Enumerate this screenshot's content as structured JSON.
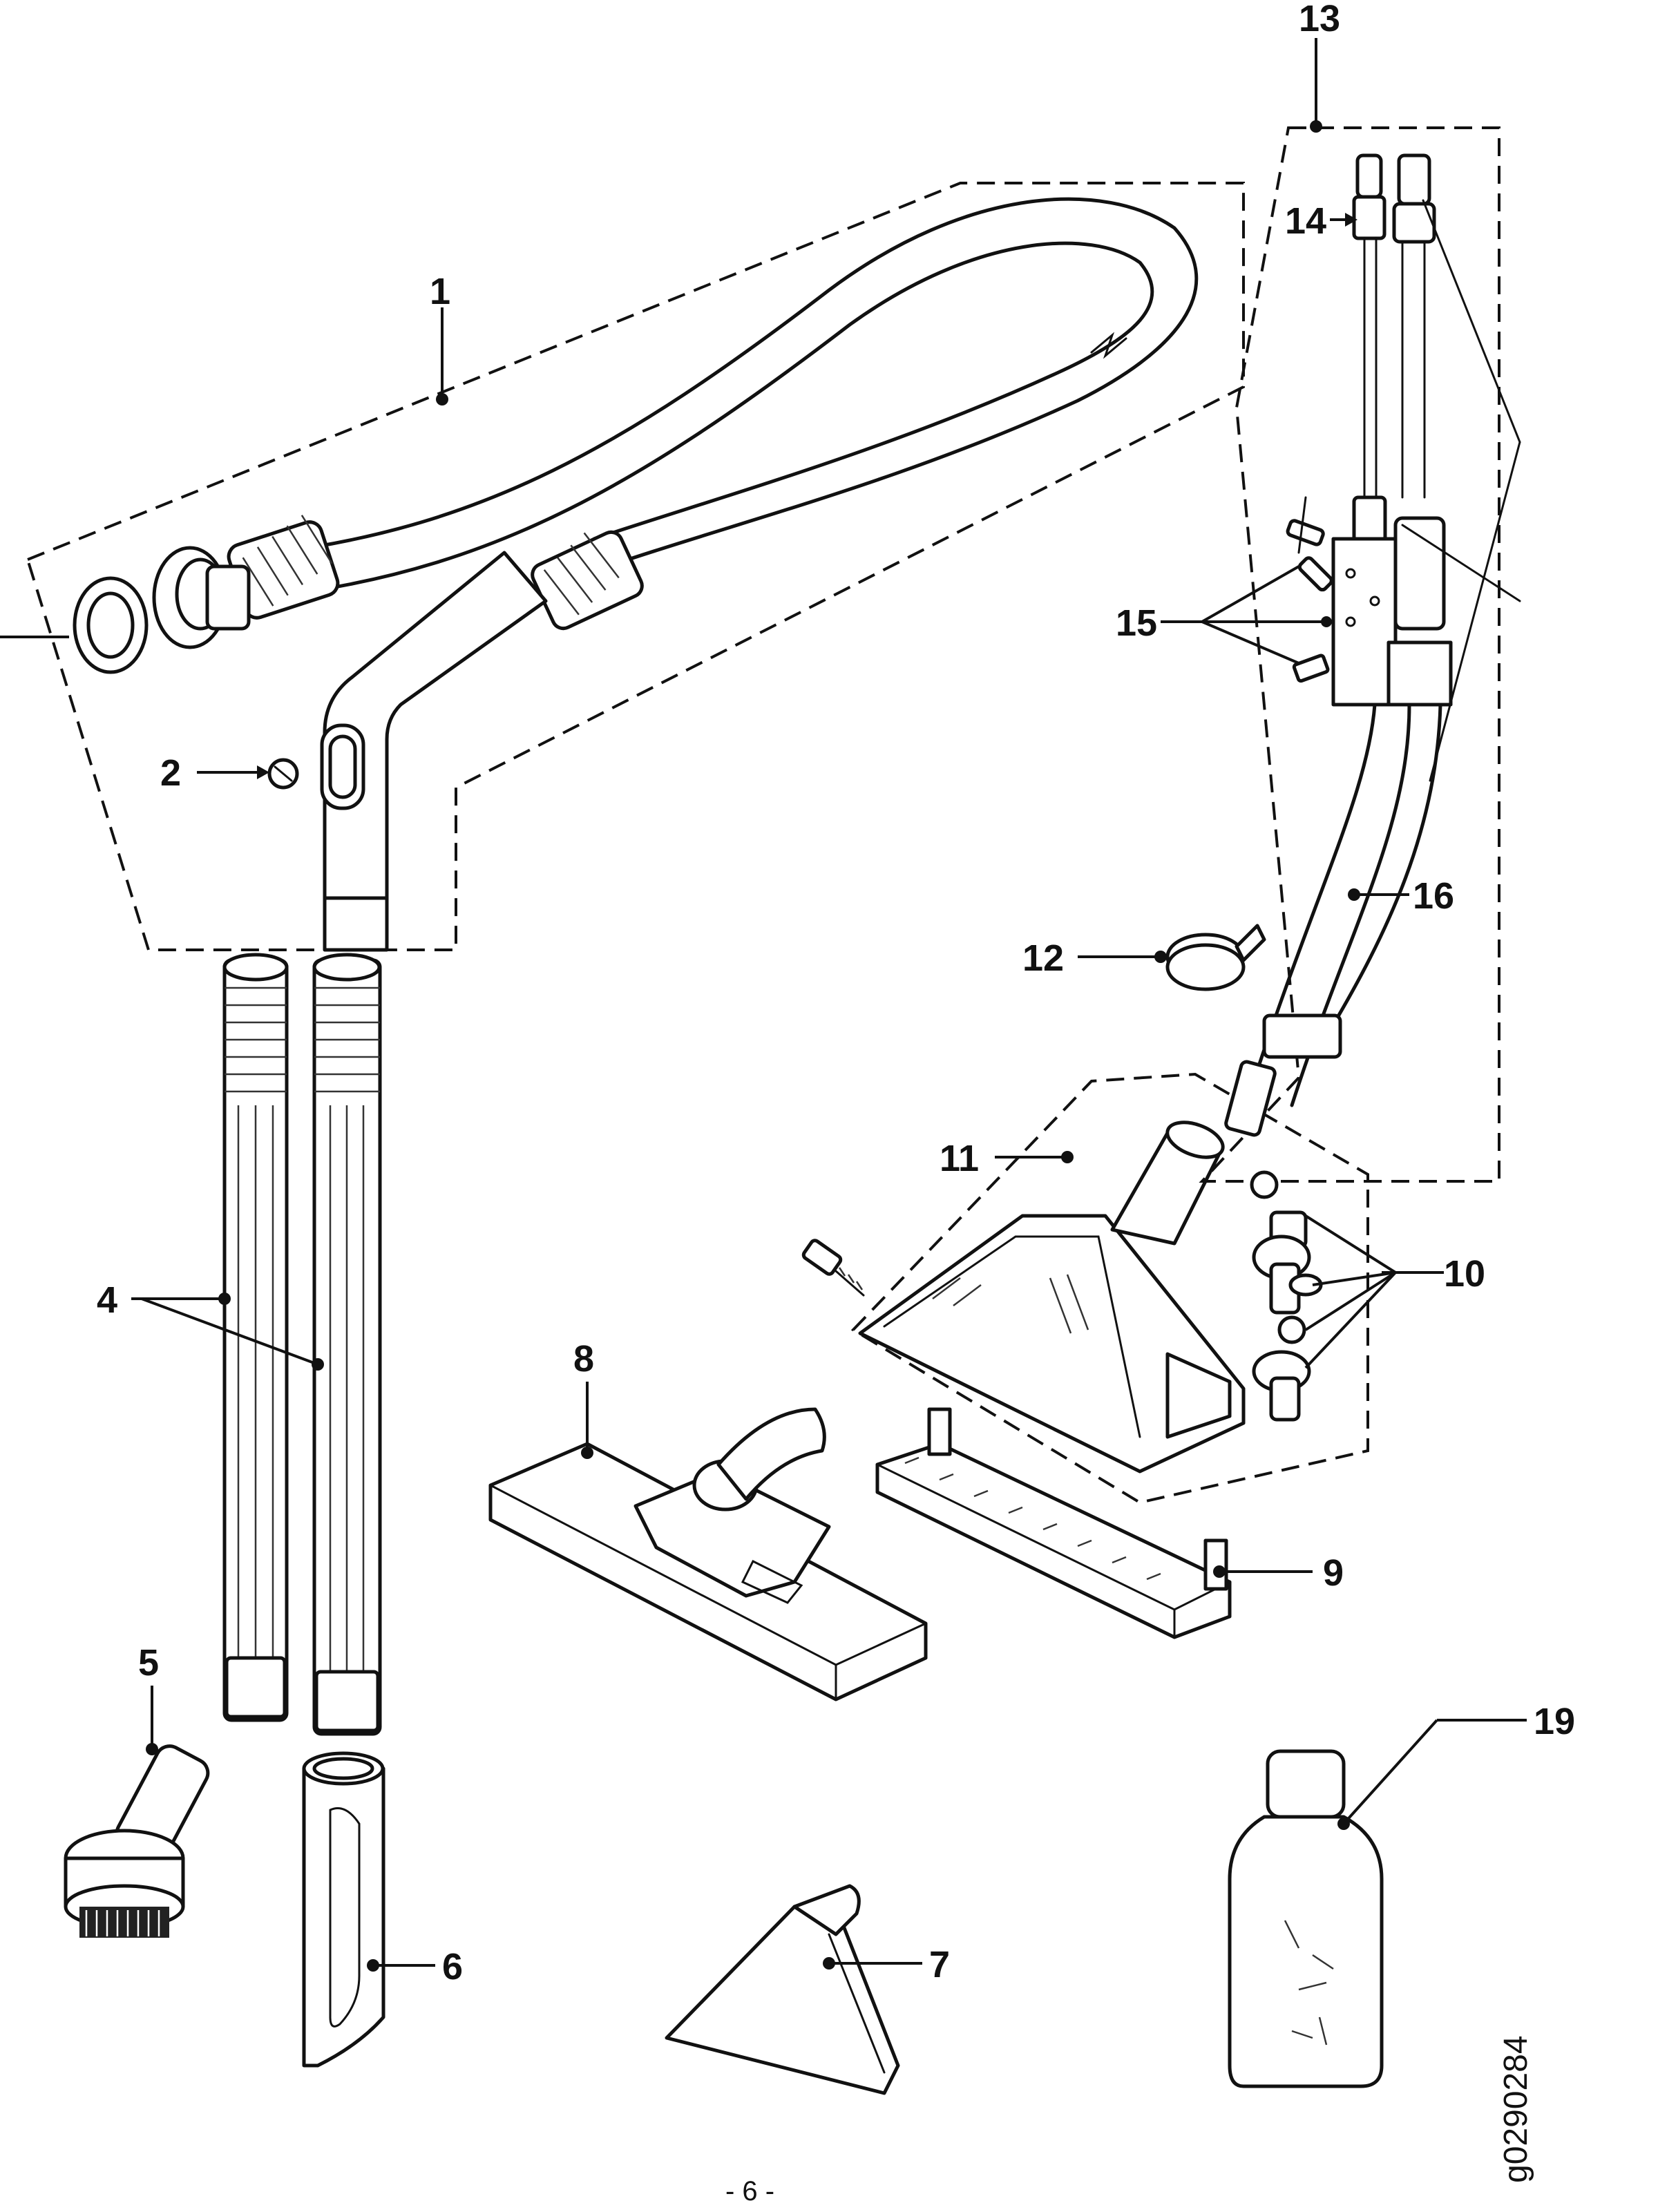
{
  "callouts": {
    "c1": "1",
    "c2": "2",
    "c4": "4",
    "c5": "5",
    "c6": "6",
    "c7": "7",
    "c8": "8",
    "c9": "9",
    "c10": "10",
    "c11": "11",
    "c12": "12",
    "c13": "13",
    "c14": "14",
    "c15": "15",
    "c16": "16",
    "c19": "19"
  },
  "drawing_code": "g0290284",
  "page_number": "- 6 -"
}
